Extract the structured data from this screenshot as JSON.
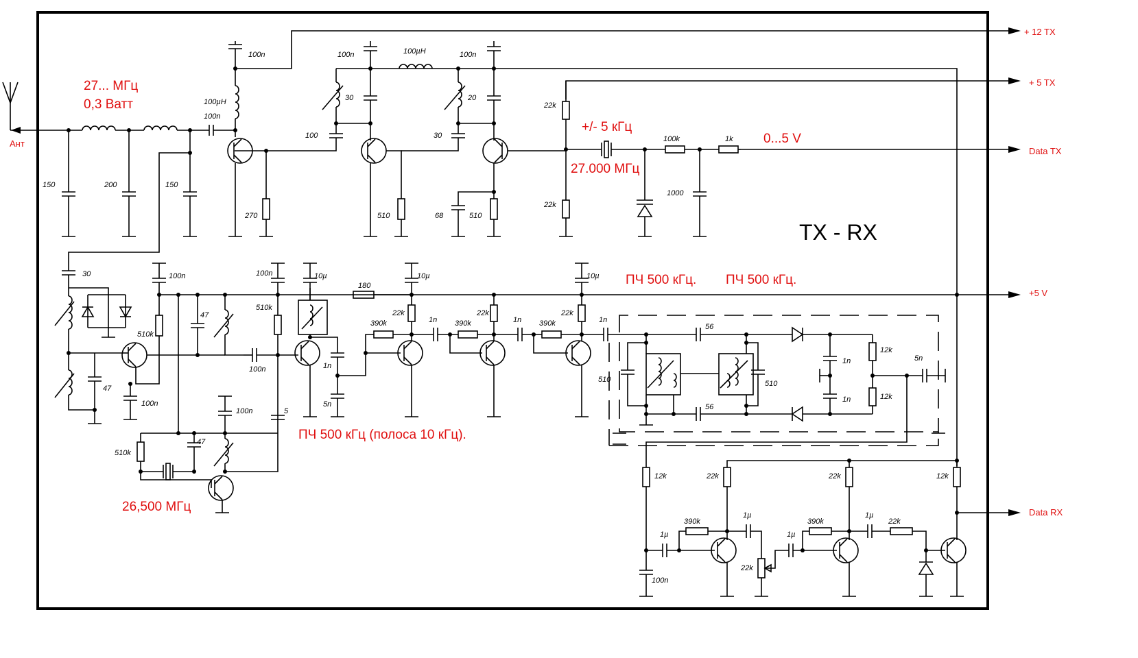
{
  "title": "TX - RX",
  "ports": {
    "p12tx": "+ 12 TX",
    "p5tx": "+ 5 TX",
    "datatx": "Data TX",
    "p5v": "+5 V",
    "datarx": "Data RX",
    "ant": "Ант"
  },
  "notes": {
    "freq_tx": "27... МГц",
    "power": "0,3 Ватт",
    "deviation": "+/- 5 кГц",
    "xtal_tx": "27.000 МГц",
    "data_range": "0...5 V",
    "if1": "ПЧ 500 кГц.",
    "if2": "ПЧ 500 кГц.",
    "if_bw": "ПЧ 500 кГц (полоса 10 кГц).",
    "xtal_lo": "26,500 МГц"
  },
  "components": {
    "c_tx1": "100n",
    "l_tx1": "100µH",
    "c_cpl": "100n",
    "c_tank1": "100n",
    "l_mid": "100µH",
    "c_tank2": "100n",
    "c_30a": "30",
    "c_20": "20",
    "c_100": "100",
    "c_30b": "30",
    "c_150a": "150",
    "c_200": "200",
    "c_150b": "150",
    "r_270": "270",
    "r_510a": "510",
    "c_68": "68",
    "r_510b": "510",
    "r_22k_top": "22k",
    "r_22k_bot": "22k",
    "r_100k": "100k",
    "r_1k": "1k",
    "c_1000": "1000",
    "c_30c": "30",
    "c_100n_mix": "100n",
    "r_510k_mix": "510k",
    "c_47a": "47",
    "c_47b": "47",
    "c_100n_b": "100n",
    "c_100n_c": "100n",
    "r_510k_b": "510k",
    "c_100n_d": "100n",
    "c_10u_a": "10µ",
    "r_180": "180",
    "c_10u_b": "10µ",
    "c_10u_c": "10µ",
    "c_1n_a": "1n",
    "c_5n_a": "5n",
    "r_22k_a": "22k",
    "r_390k_a": "390k",
    "c_1n_b": "1n",
    "r_22k_b": "22k",
    "r_390k_b": "390k",
    "c_1n_c": "1n",
    "r_22k_c": "22k",
    "r_390k_c": "390k",
    "c_1n_d": "1n",
    "c_56a": "56",
    "c_56b": "56",
    "c_510a": "510",
    "c_510b": "510",
    "c_1n_e": "1n",
    "c_1n_f": "1n",
    "r_12k_a": "12k",
    "r_12k_b": "12k",
    "c_5n_b": "5n",
    "c_100n_e": "100n",
    "c_47c": "47",
    "r_510k_c": "510k",
    "c_5": "5",
    "r_12k_c": "12k",
    "r_22k_d": "22k",
    "r_22k_e": "22k",
    "r_12k_d": "12k",
    "c_1u_a": "1µ",
    "r_390k_d": "390k",
    "c_1u_b": "1µ",
    "r_22k_pot": "22k",
    "c_1u_c": "1µ",
    "r_390k_e": "390k",
    "c_1u_d": "1µ",
    "r_22k_f": "22k",
    "c_100n_f": "100n"
  }
}
